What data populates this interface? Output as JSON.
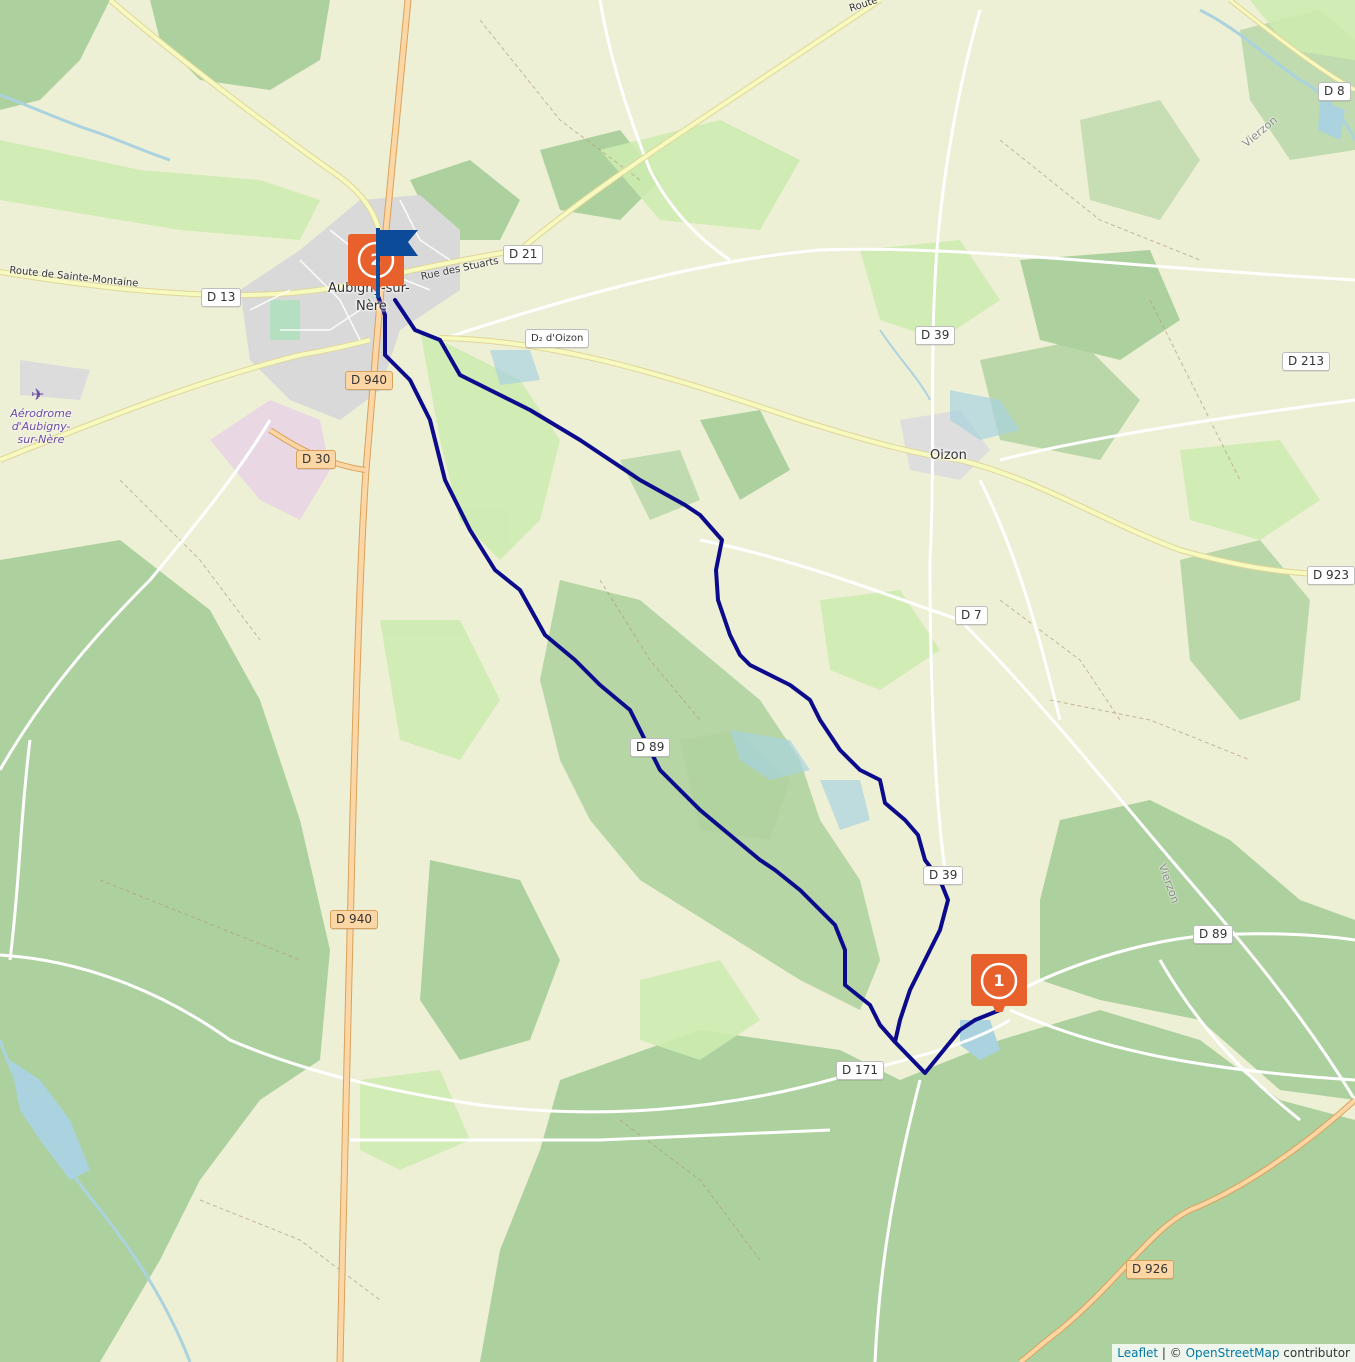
{
  "map": {
    "places": [
      {
        "name": "Aubigny-sur-",
        "id": "aubigny-1"
      },
      {
        "name": "Nère",
        "id": "aubigny-2"
      },
      {
        "name": "Oizon",
        "id": "oizon"
      }
    ],
    "aerodrome": {
      "line1": "Aérodrome",
      "line2": "d'Aubigny-",
      "line3": "sur-Nère",
      "icon": "airplane-icon"
    },
    "road_shields": {
      "d13": "D 13",
      "d21": "D 21",
      "d940_top": "D 940",
      "d940_bottom": "D 940",
      "d30": "D 30",
      "d39_top": "D 39",
      "d39_mid": "D 39",
      "d213": "D 213",
      "d8": "D 8",
      "d923": "D 923",
      "d7": "D 7",
      "d89_left": "D 89",
      "d89_right": "D 89",
      "d171": "D 171",
      "d926": "D 926",
      "doizon": "D₂ d'Oizon"
    },
    "road_names": {
      "sainte_montaine": "Route de Sainte-Montaine",
      "stuarts": "Rue des Stuarts",
      "route_top": "Route",
      "vierzon_top": "Vierzon",
      "vierzon_right": "Vierzon"
    },
    "markers": [
      {
        "label": "1",
        "color": "#e8612c",
        "icon": "numbered-pin-icon"
      },
      {
        "label": "2",
        "color": "#e8612c",
        "icon": "numbered-pin-icon"
      }
    ],
    "finish_flag": {
      "icon": "flag-icon",
      "color": "#0c4a9a"
    },
    "route_color": "#0b0b8c"
  },
  "attribution": {
    "leaflet": "Leaflet",
    "separator": " | © ",
    "osm": "OpenStreetMap",
    "suffix": " contributor"
  }
}
